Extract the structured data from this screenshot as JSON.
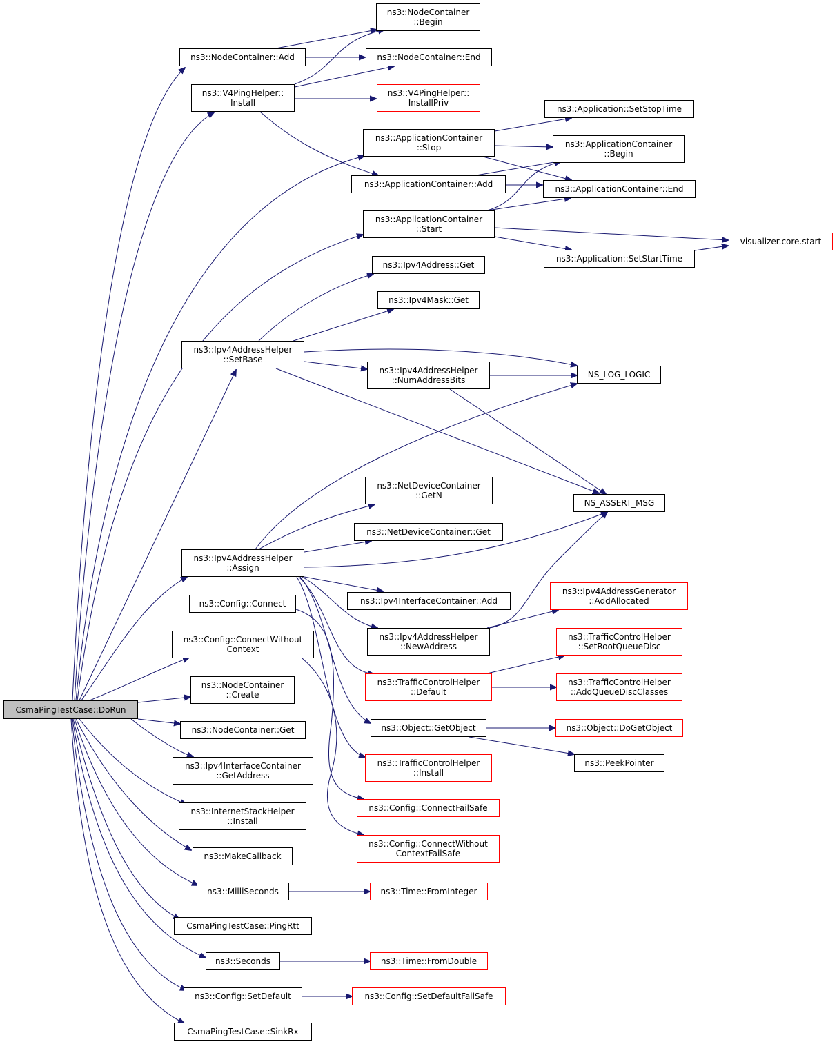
{
  "colors": {
    "edge": "#191970",
    "node_border": "#000000",
    "truncated_border": "#ff0000",
    "root_fill": "#bfbfbf"
  },
  "nodes": {
    "root": "CsmaPingTestCase::DoRun",
    "nc_add": "ns3::NodeContainer::Add",
    "nc_begin": "ns3::NodeContainer\n::Begin",
    "nc_end": "ns3::NodeContainer::End",
    "v4ping_install": "ns3::V4PingHelper::\nInstall",
    "v4ping_installpriv": "ns3::V4PingHelper::\nInstallPriv",
    "app_setstoptime": "ns3::Application::SetStopTime",
    "ac_stop": "ns3::ApplicationContainer\n::Stop",
    "ac_begin": "ns3::ApplicationContainer\n::Begin",
    "ac_add": "ns3::ApplicationContainer::Add",
    "ac_end": "ns3::ApplicationContainer::End",
    "ac_start": "ns3::ApplicationContainer\n::Start",
    "vis_start": "visualizer.core.start",
    "app_setstarttime": "ns3::Application::SetStartTime",
    "ipv4addr_get": "ns3::Ipv4Address::Get",
    "ipv4mask_get": "ns3::Ipv4Mask::Get",
    "iah_setbase": "ns3::Ipv4AddressHelper\n::SetBase",
    "iah_numaddrbits": "ns3::Ipv4AddressHelper\n::NumAddressBits",
    "ns_log_logic": "NS_LOG_LOGIC",
    "ndc_getn": "ns3::NetDeviceContainer\n::GetN",
    "ns_assert_msg": "NS_ASSERT_MSG",
    "ndc_get": "ns3::NetDeviceContainer::Get",
    "iah_assign": "ns3::Ipv4AddressHelper\n::Assign",
    "config_connect": "ns3::Config::Connect",
    "iic_add": "ns3::Ipv4InterfaceContainer::Add",
    "iag_addallocated": "ns3::Ipv4AddressGenerator\n::AddAllocated",
    "config_connectwithout": "ns3::Config::ConnectWithout\nContext",
    "iah_newaddress": "ns3::Ipv4AddressHelper\n::NewAddress",
    "tch_setrootqueuedisc": "ns3::TrafficControlHelper\n::SetRootQueueDisc",
    "nc_create": "ns3::NodeContainer\n::Create",
    "tch_default": "ns3::TrafficControlHelper\n::Default",
    "tch_addqueuediscclasses": "ns3::TrafficControlHelper\n::AddQueueDiscClasses",
    "nc_get": "ns3::NodeContainer::Get",
    "obj_getobject": "ns3::Object::GetObject",
    "obj_dogetobject": "ns3::Object::DoGetObject",
    "iic_getaddress": "ns3::Ipv4InterfaceContainer\n::GetAddress",
    "peekpointer": "ns3::PeekPointer",
    "tch_install": "ns3::TrafficControlHelper\n::Install",
    "ish_install": "ns3::InternetStackHelper\n::Install",
    "config_connectfailsafe": "ns3::Config::ConnectFailSafe",
    "config_connectwithoutfailsafe": "ns3::Config::ConnectWithout\nContextFailSafe",
    "makecallback": "ns3::MakeCallback",
    "milliseconds": "ns3::MilliSeconds",
    "time_frominteger": "ns3::Time::FromInteger",
    "pingrtt": "CsmaPingTestCase::PingRtt",
    "seconds": "ns3::Seconds",
    "time_fromdouble": "ns3::Time::FromDouble",
    "config_setdefault": "ns3::Config::SetDefault",
    "config_setdefaultfailsafe": "ns3::Config::SetDefaultFailSafe",
    "sinkrx": "CsmaPingTestCase::SinkRx"
  }
}
